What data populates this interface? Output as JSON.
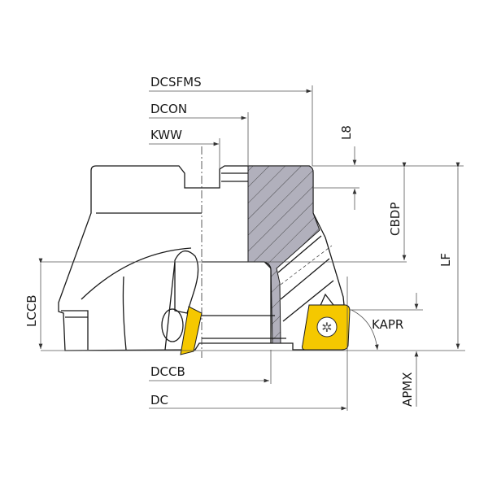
{
  "labels": {
    "dcsfms": "DCSFMS",
    "dcon": "DCON",
    "kww": "KWW",
    "l8": "L8",
    "cbdp": "CBDP",
    "lf": "LF",
    "lccb": "LCCB",
    "kapr": "KAPR",
    "apmx": "APMX",
    "dccb": "DCCB",
    "dc": "DC"
  },
  "colors": {
    "body": "#a9a8b5",
    "insert": "#f5c800",
    "section": "#b1b0bc"
  }
}
